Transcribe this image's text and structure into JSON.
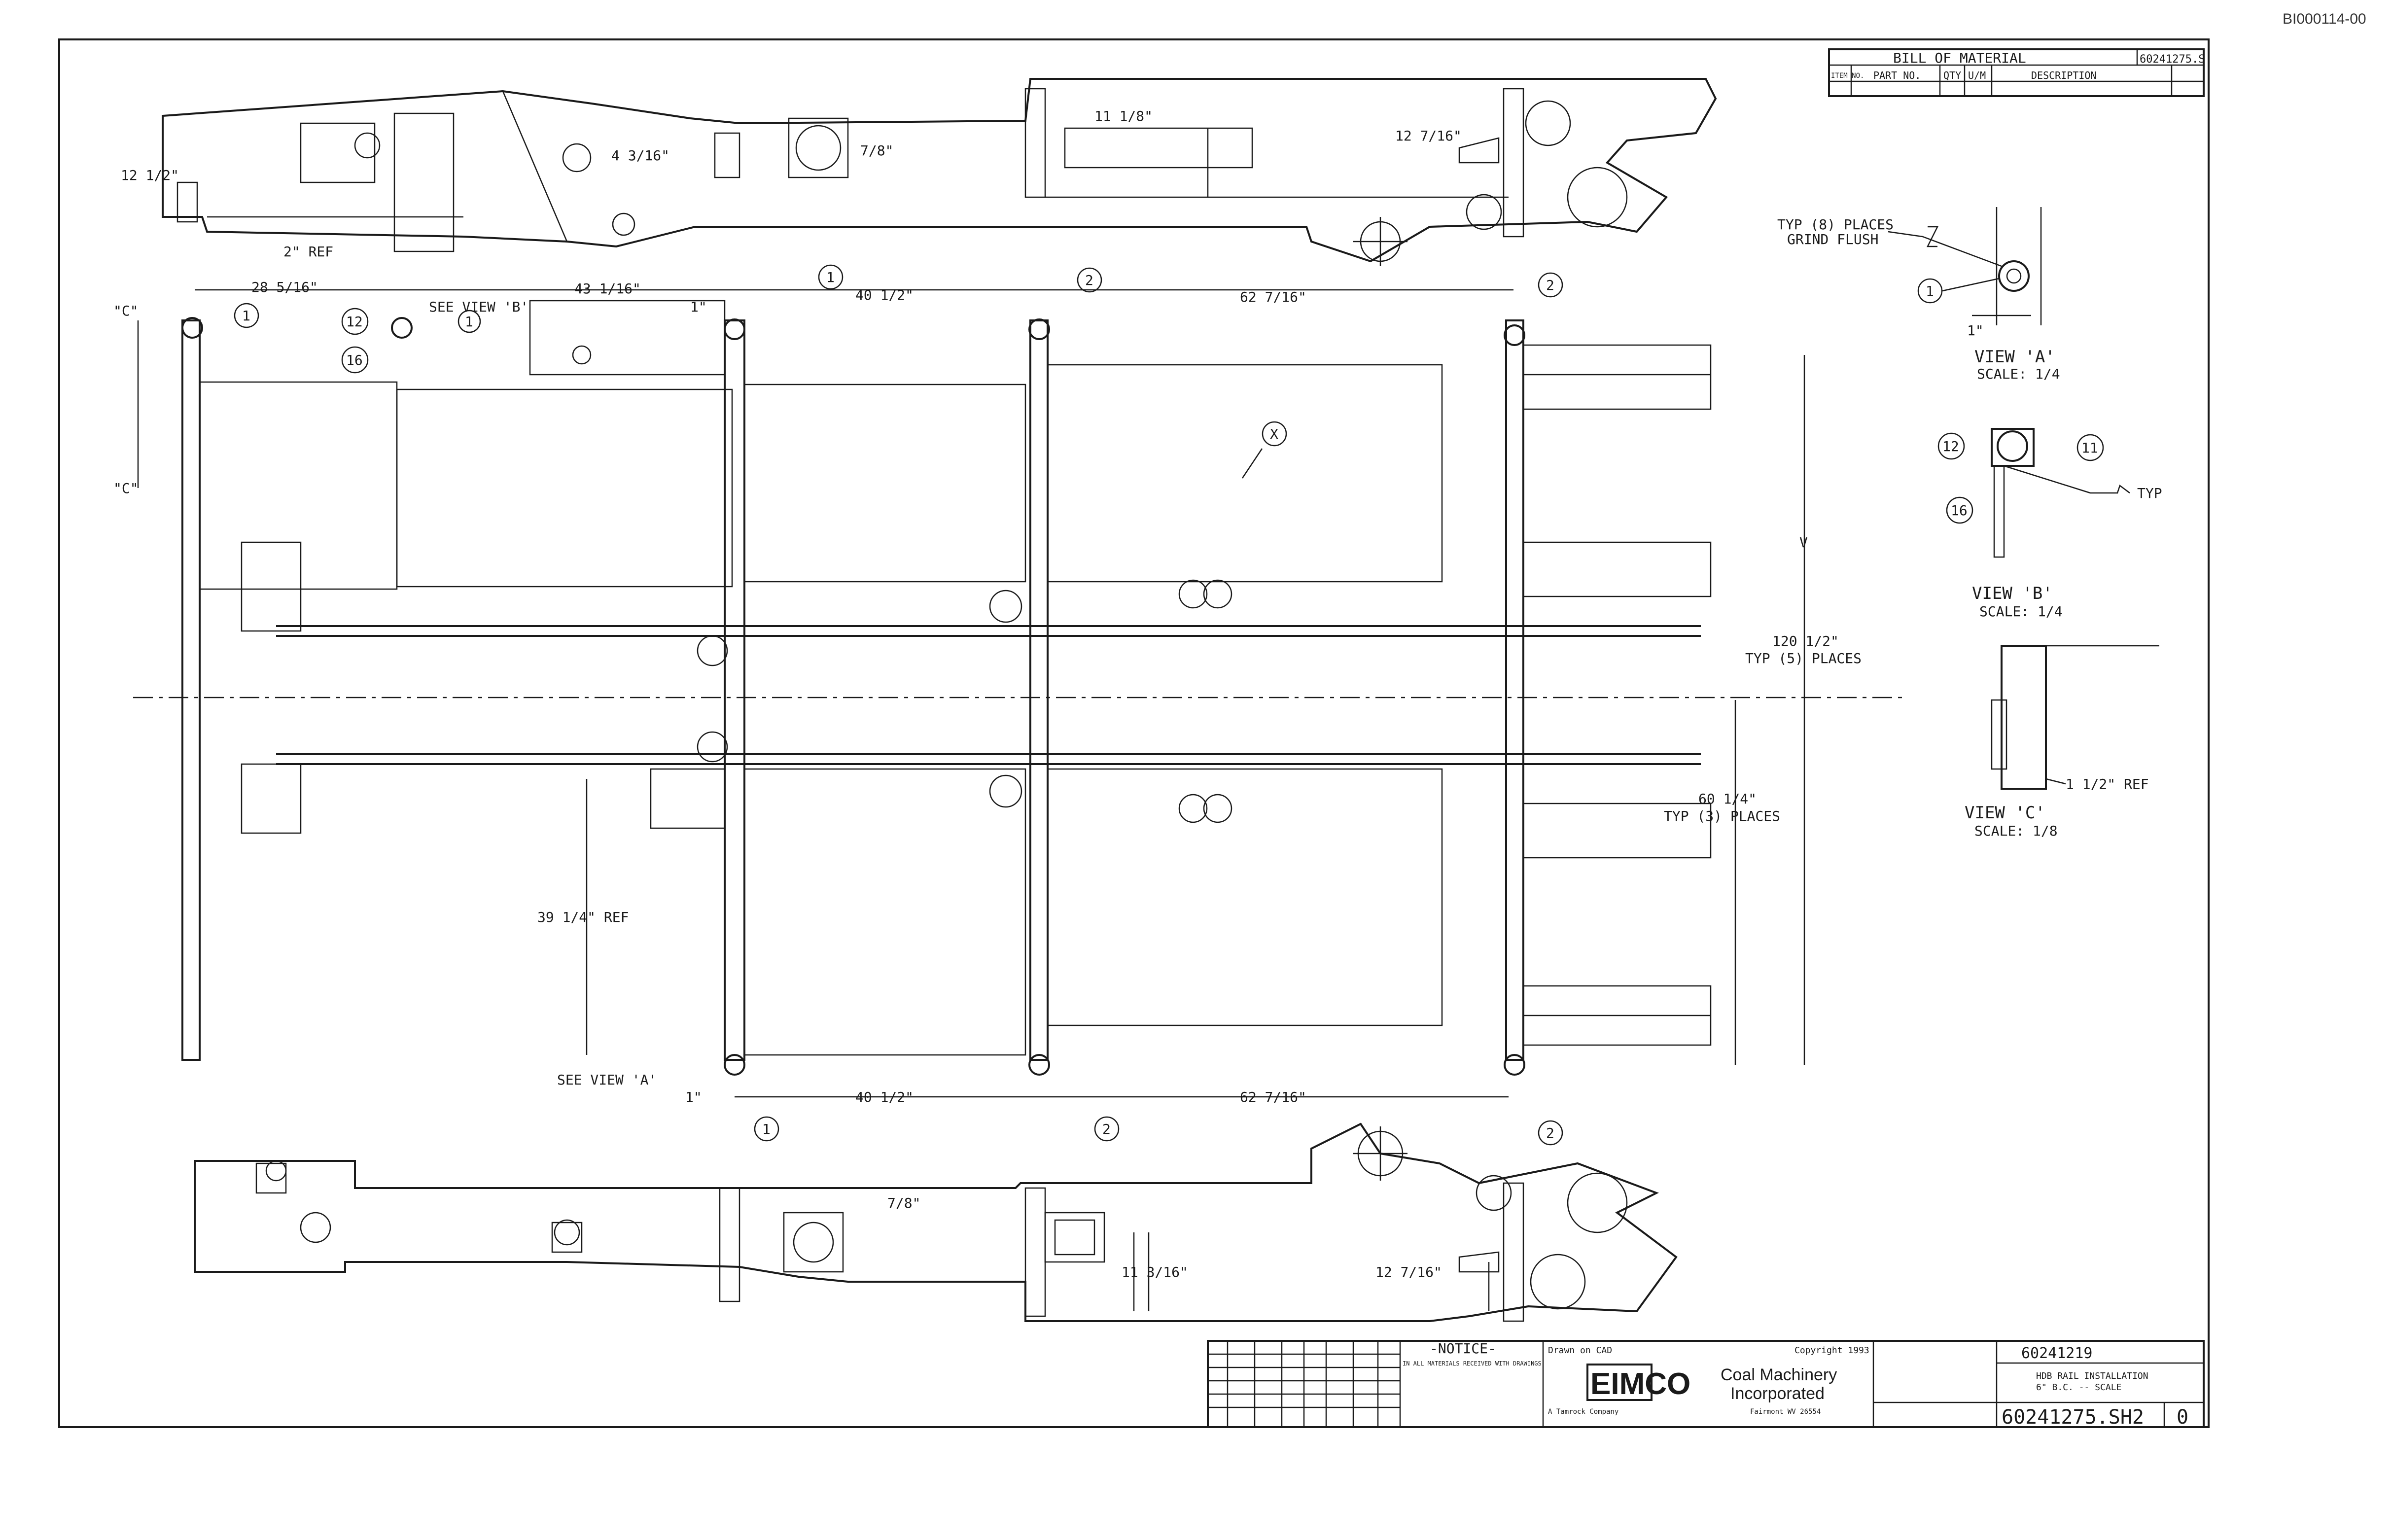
{
  "doc_id": "BI000114-00",
  "dimensions": {
    "d12_half": "12 1/2\"",
    "d2_ref": "2\" REF",
    "d4_3_16": "4 3/16\"",
    "d7_8_top": "7/8\"",
    "d11_1_8": "11 1/8\"",
    "d12_7_16_top": "12 7/16\"",
    "d28_5_16": "28 5/16\"",
    "d43_1_16": "43 1/16\"",
    "see_view_b": "SEE VIEW 'B'",
    "d1_top": "1\"",
    "d40_1_2_top": "40 1/2\"",
    "d62_7_16_top": "62 7/16\"",
    "c_mark_1": "\"C\"",
    "c_mark_2": "\"C\"",
    "d120_1_2": "120 1/2\"",
    "typ5": "TYP (5) PLACES",
    "d60_1_4": "60 1/4\"",
    "typ3": "TYP (3) PLACES",
    "d39_1_4": "39 1/4\" REF",
    "see_view_a": "SEE VIEW 'A'",
    "d1_bottom": "1\"",
    "d40_1_2_bottom": "40 1/2\"",
    "d62_7_16_bottom": "62 7/16\"",
    "d7_8_bottom": "7/8\"",
    "d11_3_16": "11 3/16\"",
    "d12_7_16_bottom": "12 7/16\""
  },
  "balloons": [
    "1",
    "2",
    "12",
    "16",
    "11",
    "X"
  ],
  "views": {
    "a_note1": "TYP (8) PLACES",
    "a_note2": "GRIND FLUSH",
    "a_dim": "1\"",
    "a_title": "VIEW 'A'",
    "a_scale": "SCALE: 1/4",
    "b_typ": "TYP",
    "b_title": "VIEW 'B'",
    "b_scale": "SCALE: 1/4",
    "c_dim": "1 1/2\" REF",
    "c_title": "VIEW 'C'",
    "c_scale": "SCALE: 1/8"
  },
  "bom": {
    "title": "BILL OF MATERIAL",
    "number": "60241275.S",
    "col_item": "ITEM NO.",
    "col_part": "PART NO.",
    "col_qty": "QTY",
    "col_um": "U/M",
    "col_desc": "DESCRIPTION"
  },
  "title_block": {
    "notice_title": "-NOTICE-",
    "notice_line1": "IN ALL MATERIALS RECEIVED WITH DRAWINGS",
    "drawn_on": "Drawn on CAD",
    "copyright": "Copyright 1993",
    "logo": "EIMCO",
    "company1": "Coal Machinery",
    "company2": "Incorporated",
    "company_sub": "A Tamrock Company",
    "company_city": "Fairmont WV 26554",
    "next_assy": "60241219",
    "title1": "HDB RAIL INSTALLATION",
    "title2": "6\" B.C. -- SCALE",
    "dwg_no": "60241275.SH2",
    "rev": "0"
  },
  "section_v": "V"
}
